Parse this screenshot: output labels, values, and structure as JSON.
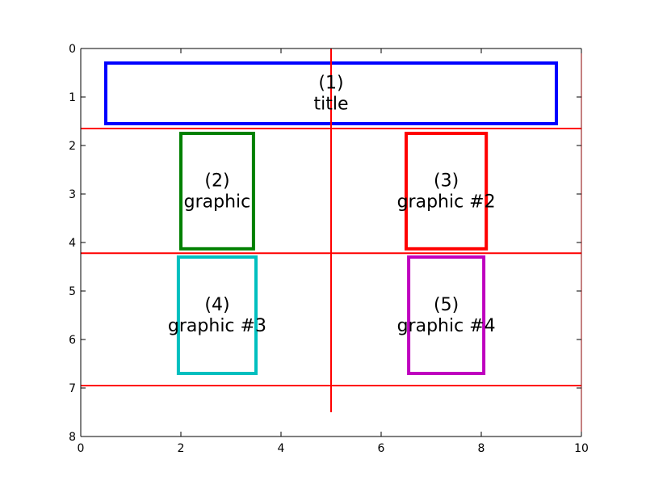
{
  "chart_data": {
    "type": "scatter",
    "title": "",
    "xlabel": "",
    "ylabel": "",
    "xlim": [
      0,
      10
    ],
    "ylim": [
      8,
      0
    ],
    "y_inverted": true,
    "grid": false,
    "x_ticks": [
      {
        "value": 0,
        "label": "0"
      },
      {
        "value": 2,
        "label": "2"
      },
      {
        "value": 4,
        "label": "4"
      },
      {
        "value": 6,
        "label": "6"
      },
      {
        "value": 8,
        "label": "8"
      },
      {
        "value": 10,
        "label": "10"
      }
    ],
    "y_ticks": [
      {
        "value": 0,
        "label": "0"
      },
      {
        "value": 1,
        "label": "1"
      },
      {
        "value": 2,
        "label": "2"
      },
      {
        "value": 3,
        "label": "3"
      },
      {
        "value": 4,
        "label": "4"
      },
      {
        "value": 5,
        "label": "5"
      },
      {
        "value": 6,
        "label": "6"
      },
      {
        "value": 7,
        "label": "7"
      },
      {
        "value": 8,
        "label": "8"
      }
    ],
    "reference_lines": [
      {
        "orientation": "horizontal",
        "y": 1.65,
        "x_range": [
          0,
          10
        ],
        "color": "#ff0000"
      },
      {
        "orientation": "horizontal",
        "y": 4.22,
        "x_range": [
          0,
          10
        ],
        "color": "#ff0000"
      },
      {
        "orientation": "horizontal",
        "y": 6.95,
        "x_range": [
          0,
          10
        ],
        "color": "#ff0000"
      },
      {
        "orientation": "vertical",
        "x": 5.0,
        "y_range": [
          0,
          7.5
        ],
        "color": "#ff0000"
      }
    ],
    "rectangles": [
      {
        "id": 1,
        "label_lines": [
          "(1)",
          "title"
        ],
        "x0": 0.5,
        "x1": 9.5,
        "y0": 0.3,
        "y1": 1.55,
        "color": "#0000ff"
      },
      {
        "id": 2,
        "label_lines": [
          "(2)",
          "graphic"
        ],
        "x0": 2.0,
        "x1": 3.45,
        "y0": 1.75,
        "y1": 4.13,
        "color": "#008000"
      },
      {
        "id": 3,
        "label_lines": [
          "(3)",
          "graphic #2"
        ],
        "x0": 6.5,
        "x1": 8.1,
        "y0": 1.75,
        "y1": 4.13,
        "color": "#ff0000"
      },
      {
        "id": 4,
        "label_lines": [
          "(4)",
          "graphic #3"
        ],
        "x0": 1.95,
        "x1": 3.5,
        "y0": 4.3,
        "y1": 6.7,
        "color": "#00bfbf"
      },
      {
        "id": 5,
        "label_lines": [
          "(5)",
          "graphic #4"
        ],
        "x0": 6.55,
        "x1": 8.05,
        "y0": 4.3,
        "y1": 6.7,
        "color": "#bf00bf"
      }
    ],
    "axis_color": "#000000",
    "frame_right_color": "#8b0000"
  }
}
